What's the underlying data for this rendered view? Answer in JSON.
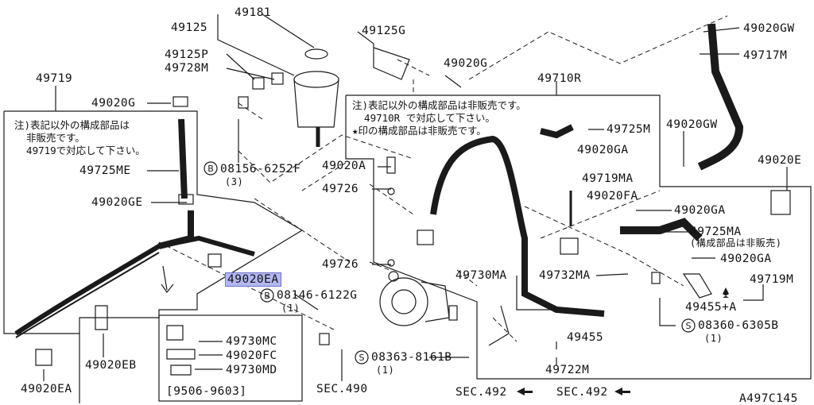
{
  "parts": {
    "p49181": "49181",
    "p49125": "49125",
    "p49125G": "49125G",
    "p49125P": "49125P",
    "p49728M": "49728M",
    "p49719": "49719",
    "p49020G_left": "49020G",
    "p49725ME": "49725ME",
    "p49020GE": "49020GE",
    "p08156": "08156-6252F",
    "p08156_qty": "(3)",
    "p49020A": "49020A",
    "p49726_a": "49726",
    "p49726_b": "49726",
    "p49020EA_hl": "49020EA",
    "p08146": "08146-6122G",
    "p08146_qty": "(1)",
    "p49020G_top": "49020G",
    "p49710R": "49710R",
    "p49725M": "49725M",
    "p49020GW_top": "49020GW",
    "p49717M": "49717M",
    "p49020GW_mid": "49020GW",
    "p49020GA_a": "49020GA",
    "p49719MA": "49719MA",
    "p49020FA": "49020FA",
    "p49020E": "49020E",
    "p49020GA_b": "49020GA",
    "p49725MA": "49725MA",
    "p49725MA_note": "(構成部品は非販売)",
    "p49020GA_c": "49020GA",
    "p49732MA": "49732MA",
    "p49730MA": "49730MA",
    "p49719M": "49719M",
    "p49455A": "49455+A",
    "p08360": "08360-6305B",
    "p08360_qty": "(1)",
    "p49455": "49455",
    "p08363": "08363-8161B",
    "p08363_qty": "(1)",
    "p49722M": "49722M",
    "p49730MC": "49730MC",
    "p49020FC": "49020FC",
    "p49730MD": "49730MD",
    "p49020EB": "49020EB",
    "p49020EA": "49020EA",
    "date_range": "[9506-9603]",
    "sec490": "SEC.490",
    "sec492_a": "SEC.492",
    "sec492_b": "SEC.492",
    "diagram_code": "A497C145",
    "circle_s": "S",
    "circle_b": "B"
  },
  "notes": {
    "left": "注)表記以外の構成部品は\n  非販売です。\n  49719で対応して下さい。",
    "right": "注)表記以外の構成部品は非販売です。\n  49710R で対応して下さい。\n★印の構成部品は非販売です。"
  },
  "colors": {
    "line": "#1a1a1a",
    "highlight": "#b3b7f0"
  }
}
